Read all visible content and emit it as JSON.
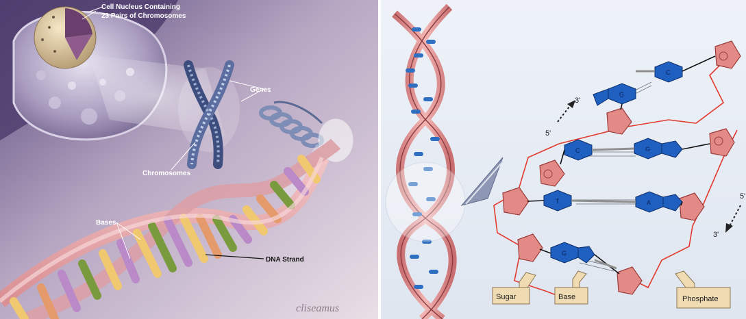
{
  "left_illustration": {
    "labels": {
      "nucleus": "Cell Nucleus Containing",
      "nucleus_line2": "23 Pairs of Chromosomes",
      "genes": "Genes",
      "chromosomes": "Chromosomes",
      "bases": "Bases",
      "dna_strand": "DNA Strand"
    },
    "signature": "cliseamus"
  },
  "right_diagram": {
    "bases": {
      "c_top": "C",
      "g_top": "G",
      "c_mid": "C",
      "g_mid": "G",
      "t": "T",
      "a": "A",
      "g_low": "G"
    },
    "ends": {
      "three_prime_top": "3'",
      "five_prime_top": "5'",
      "five_prime_right": "5'",
      "three_prime_bottom": "3'"
    },
    "arrow_labels": {
      "sugar": "Sugar",
      "base": "Base",
      "phosphate": "Phosphate"
    },
    "colors": {
      "base_blue": "#1f5fc0",
      "sugar_pink": "#e48a86",
      "backbone_red": "#e23a2e",
      "arrow_tan": "#efdcb3"
    }
  }
}
